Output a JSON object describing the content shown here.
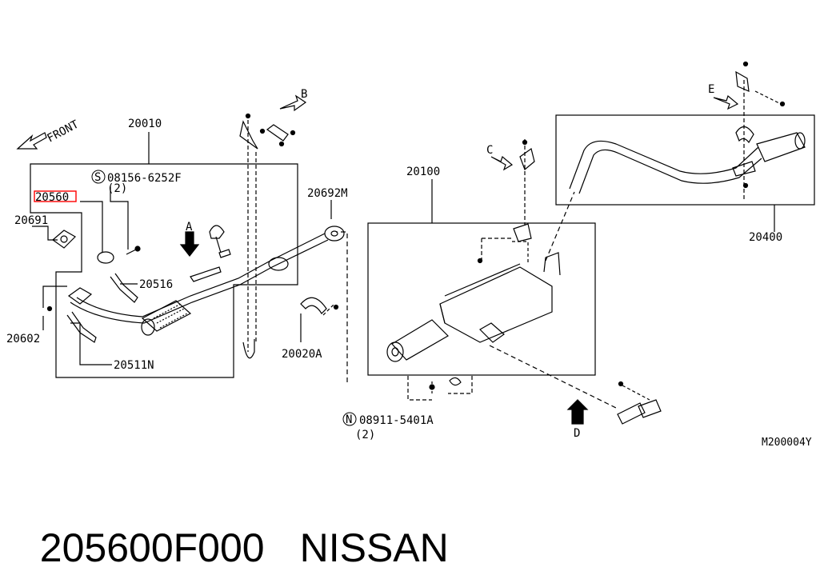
{
  "labels": {
    "front": "FRONT",
    "view_b": "B",
    "view_c": "C",
    "view_e": "E",
    "view_a": "A",
    "view_d": "D",
    "p20010": "20010",
    "p08156": "08156-6252F",
    "p08156_qty": "(2)",
    "p20560": "20560",
    "p20691": "20691",
    "p20516": "20516",
    "p20602": "20602",
    "p20511n": "20511N",
    "p20692m": "20692M",
    "p20020a": "20020A",
    "p20100": "20100",
    "p20400": "20400",
    "p08911": "08911-5401A",
    "p08911_qty": "(2)",
    "drawing_code": "M200004Y",
    "prefix_s": "S",
    "prefix_n": "N"
  },
  "footer": {
    "part_number": "205600F000",
    "brand": "NISSAN"
  },
  "highlight_color": "#ff0000"
}
